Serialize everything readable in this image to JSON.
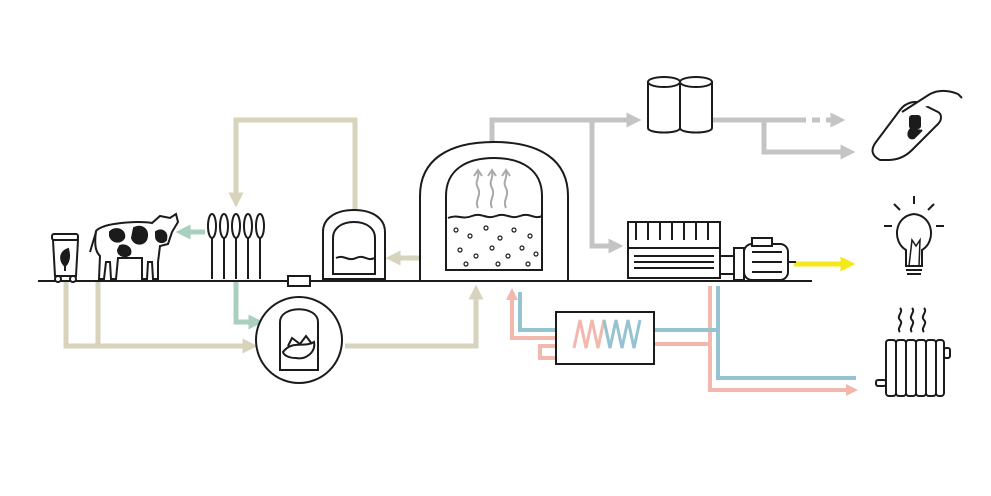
{
  "diagram": {
    "kind": "biogas-plant-flow",
    "colors": {
      "feedstock": "#d7d3bd",
      "digestate": "#a9d0bf",
      "biogas": "#c4c4c4",
      "electricity": "#f4e81a",
      "heat_hot": "#f3b8ad",
      "heat_cold": "#95c3d2",
      "outline": "#1b1b1b"
    },
    "nodes": [
      {
        "id": "organic-waste-bin",
        "icon": "bin-icon"
      },
      {
        "id": "livestock",
        "icon": "cow-icon"
      },
      {
        "id": "energy-crops",
        "icon": "wheat-icon"
      },
      {
        "id": "pre-storage",
        "icon": "storage-tank-icon"
      },
      {
        "id": "hydrolysis",
        "icon": "round-tank-icon"
      },
      {
        "id": "digester",
        "icon": "digester-icon"
      },
      {
        "id": "gas-storage",
        "icon": "gas-cylinders-icon"
      },
      {
        "id": "chp-engine",
        "icon": "engine-icon"
      },
      {
        "id": "generator",
        "icon": "generator-icon"
      },
      {
        "id": "heat-exchanger",
        "icon": "heat-exchanger-icon"
      },
      {
        "id": "fuel",
        "icon": "fuel-nozzle-icon"
      },
      {
        "id": "electricity",
        "icon": "light-bulb-icon"
      },
      {
        "id": "heating",
        "icon": "radiator-icon"
      }
    ]
  }
}
